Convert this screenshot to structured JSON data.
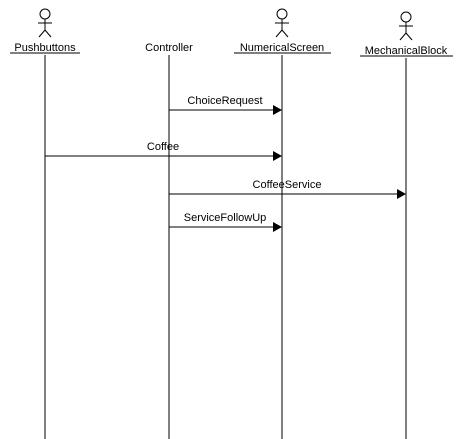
{
  "lifelines": [
    {
      "name": "Pushbuttons"
    },
    {
      "name": "Controller"
    },
    {
      "name": "NumericalScreen"
    },
    {
      "name": "MechanicalBlock"
    }
  ],
  "messages": [
    {
      "label": "ChoiceRequest",
      "from": "Controller",
      "to": "NumericalScreen"
    },
    {
      "label": "Coffee",
      "from": "Pushbuttons",
      "to": "NumericalScreen"
    },
    {
      "label": "CoffeeService",
      "from": "Controller",
      "to": "MechanicalBlock"
    },
    {
      "label": "ServiceFollowUp",
      "from": "Controller",
      "to": "NumericalScreen"
    }
  ],
  "colors": {
    "line": "#000000",
    "text": "#000000",
    "background": "#ffffff"
  },
  "icons": {
    "actor": "stick-figure-actor-icon"
  }
}
